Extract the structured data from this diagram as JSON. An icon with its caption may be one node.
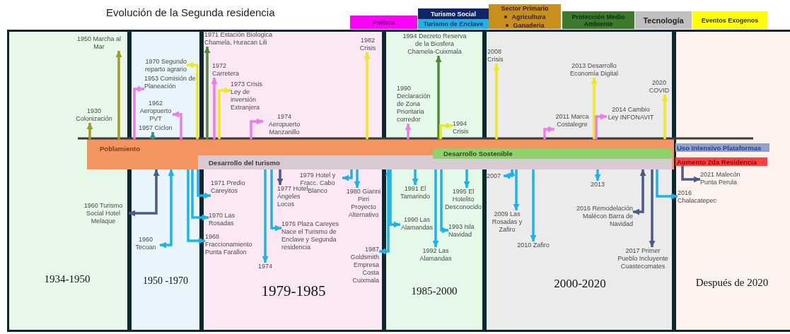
{
  "diagram": {
    "title": "Evolución de la Segunda residencia",
    "nodes": [
      {
        "text": [
          "1934-1950"
        ]
      },
      {
        "text": [
          "1950 -1970"
        ]
      },
      {
        "text": [
          "1979-1985"
        ]
      },
      {
        "text": [
          "1985-2000"
        ]
      },
      {
        "text": [
          "2000-2020"
        ]
      },
      {
        "text": [
          "Después de 2020"
        ]
      },
      {
        "text": [
          "Poblamiento"
        ]
      },
      {
        "text": [
          "Desarrollo del turismo"
        ],
        "in": 6
      },
      {
        "text": [
          "Desarrollo Sostenible"
        ],
        "in": 6
      },
      {
        "text": [
          "Uso Intensivo Plataformas"
        ],
        "in": 5
      },
      {
        "text": [
          "Aumento 2da Residencia"
        ],
        "in": 5
      },
      {
        "text": [
          "1930 Colonización"
        ],
        "in": 0
      },
      {
        "text": [
          "1950 Marcha al Mar"
        ],
        "in": 0
      },
      {
        "text": [
          "1953 Comisión de Planeación"
        ],
        "in": 1
      },
      {
        "text": [
          "1962 Aeropuerto PVT"
        ],
        "in": 1
      },
      {
        "text": [
          "1957 Ciclon"
        ],
        "in": 1
      },
      {
        "text": [
          "1970 Segundo reparto agrario"
        ],
        "in": 1
      },
      {
        "text": [
          "1971 Estación Biologica Chamela, Huracan Lili"
        ],
        "in": 2
      },
      {
        "text": [
          "1972 Carretera"
        ],
        "in": 2
      },
      {
        "text": [
          "1973 Crisis Ley de inversión Extranjera"
        ],
        "in": 2
      },
      {
        "text": [
          "1974 Aeropuerto Manzanillo"
        ],
        "in": 2
      },
      {
        "text": [
          "1982 Crisis"
        ],
        "in": 2
      },
      {
        "text": [
          "1990 Declaración de Zona Prioritaria corredor"
        ],
        "in": 3
      },
      {
        "text": [
          "1994 Decreto Reserva de la Biosfera Chamela-Cuixmala"
        ],
        "in": 3
      },
      {
        "text": [
          "1994 Crisis"
        ],
        "in": 3
      },
      {
        "text": [
          "2008 Crisis"
        ],
        "in": 4
      },
      {
        "text": [
          "2011 Marca Costalegre"
        ],
        "in": 4
      },
      {
        "text": [
          "2013 Desarrollo Economía Digital"
        ],
        "in": 4
      },
      {
        "text": [
          "2014 Cambio Ley INFONAVIT"
        ],
        "in": 4
      },
      {
        "text": [
          "2020 COVID"
        ],
        "in": 4
      },
      {
        "text": [
          "1960 Turismo Social Hotel Melaque"
        ],
        "in": 0
      },
      {
        "text": [
          "1960 Tecuan"
        ],
        "in": 1
      },
      {
        "text": [
          "1968 Fraccionamiento Punta Farallon"
        ],
        "in": 2
      },
      {
        "text": [
          "1970 Las Rosadas"
        ],
        "in": 2
      },
      {
        "text": [
          "1971 Predio Careyitos"
        ],
        "in": 2
      },
      {
        "text": [
          "1974"
        ],
        "in": 2
      },
      {
        "text": [
          "1976 Plaza Careyes Nace el Turismo de Enclave y Segunda residencia"
        ],
        "in": 2
      },
      {
        "text": [
          "1977 Hotel Ángeles Locos"
        ],
        "in": 2
      },
      {
        "text": [
          "1979 Hotel y Fracc. Cabo Blanco"
        ],
        "in": 2
      },
      {
        "text": [
          "1980 Gianni Pirri Proyecto Alternativo"
        ],
        "in": 2
      },
      {
        "text": [
          "1987 Goldsmith Empresa Costa Cuixmala"
        ],
        "in": 2
      },
      {
        "text": [
          "1990 Las Alamandas"
        ],
        "in": 3
      },
      {
        "text": [
          "1991 El Tamarindo"
        ],
        "in": 3
      },
      {
        "text": [
          "1992 Las Alamandas"
        ],
        "in": 3
      },
      {
        "text": [
          "1993 Isla Navidad"
        ],
        "in": 3
      },
      {
        "text": [
          "1995 El Hotelito Desconocido"
        ],
        "in": 3
      },
      {
        "text": [
          "2007"
        ],
        "in": 4
      },
      {
        "text": [
          "2009 Las Rosadas y Zafiro"
        ],
        "in": 4
      },
      {
        "text": [
          "2010 Zafiro"
        ],
        "in": 4
      },
      {
        "text": [
          "2013"
        ],
        "in": 4
      },
      {
        "text": [
          "2016 Remodelación Malécon Barra de Navidad"
        ],
        "in": 4
      },
      {
        "text": [
          "2016 Chalacatepec"
        ],
        "in": 5
      },
      {
        "text": [
          "2017 Primer Pueblo Incluyente Cuastecomates"
        ],
        "in": 4
      },
      {
        "text": [
          "2021 Malecón Punta Perula"
        ],
        "in": 5
      }
    ],
    "edges": [
      {
        "from": 6,
        "to": 11,
        "arrow": "to",
        "color": "#a39a2b"
      },
      {
        "from": 6,
        "to": 12,
        "arrow": "to",
        "color": "#a39a2b"
      },
      {
        "from": 6,
        "to": 13,
        "arrow": "to",
        "color": "#f07ae8"
      },
      {
        "from": 6,
        "to": 14,
        "arrow": "to",
        "color": "#f07ae8"
      },
      {
        "from": 6,
        "to": 15,
        "arrow": "to",
        "color": "#3f8f80"
      },
      {
        "from": 6,
        "to": 16,
        "arrow": "to",
        "color": "#efe81c"
      },
      {
        "from": 6,
        "to": 17,
        "arrow": "to",
        "color": "#4f8a3c"
      },
      {
        "from": 6,
        "to": 18,
        "arrow": "to",
        "color": "#f07ae8"
      },
      {
        "from": 6,
        "to": 19,
        "arrow": "to",
        "color": "#efe81c"
      },
      {
        "from": 6,
        "to": 20,
        "arrow": "to",
        "color": "#f07ae8"
      },
      {
        "from": 6,
        "to": 21,
        "arrow": "to",
        "color": "#efe81c"
      },
      {
        "from": 6,
        "to": 22,
        "arrow": "to",
        "color": "#f07ae8"
      },
      {
        "from": 6,
        "to": 23,
        "arrow": "to",
        "color": "#4f8a3c"
      },
      {
        "from": 6,
        "to": 24,
        "arrow": "to",
        "color": "#efe81c"
      },
      {
        "from": 6,
        "to": 25,
        "arrow": "to",
        "color": "#efe81c"
      },
      {
        "from": 6,
        "to": 26,
        "arrow": "to",
        "color": "#f07ae8"
      },
      {
        "from": 6,
        "to": 27,
        "arrow": "to",
        "color": "#efe81c"
      },
      {
        "from": 6,
        "to": 28,
        "arrow": "to",
        "color": "#f07ae8"
      },
      {
        "from": 6,
        "to": 29,
        "arrow": "to",
        "color": "#efe81c"
      },
      {
        "from": 6,
        "to": 30,
        "arrow": "both",
        "color": "#4a5a8a"
      },
      {
        "from": 6,
        "to": 31,
        "arrow": "both"
      },
      {
        "from": 6,
        "to": 32,
        "arrow": "to"
      },
      {
        "from": 6,
        "to": 33,
        "arrow": "to"
      },
      {
        "from": 6,
        "to": 34,
        "arrow": "to"
      },
      {
        "from": 7,
        "to": 35,
        "arrow": "to"
      },
      {
        "from": 7,
        "to": 36,
        "arrow": "to"
      },
      {
        "from": 7,
        "to": 37,
        "arrow": "to",
        "color": "#4a5a8a"
      },
      {
        "from": 7,
        "to": 38,
        "arrow": "to"
      },
      {
        "from": 7,
        "to": 39,
        "arrow": "to"
      },
      {
        "from": 7,
        "to": 40,
        "arrow": "both"
      },
      {
        "from": 7,
        "to": 41,
        "arrow": "to"
      },
      {
        "from": 7,
        "to": 42,
        "arrow": "to"
      },
      {
        "from": 7,
        "to": 43,
        "arrow": "to"
      },
      {
        "from": 7,
        "to": 44,
        "arrow": "to"
      },
      {
        "from": 7,
        "to": 45,
        "arrow": "to"
      },
      {
        "from": 7,
        "to": 46,
        "arrow": "both"
      },
      {
        "from": 7,
        "to": 47,
        "arrow": "to"
      },
      {
        "from": 7,
        "to": 48,
        "arrow": "to"
      },
      {
        "from": 7,
        "to": 49,
        "arrow": "to"
      },
      {
        "from": 7,
        "to": 50,
        "arrow": "both",
        "color": "#4a5a8a"
      },
      {
        "from": 7,
        "to": 51,
        "arrow": "to"
      },
      {
        "from": 7,
        "to": 52,
        "arrow": "to",
        "color": "#4a5a8a"
      },
      {
        "from": 10,
        "to": 53,
        "arrow": "to",
        "color": "#4a5a8a"
      }
    ],
    "legend": [
      {
        "text": "Política",
        "color": "#ff00ff"
      },
      {
        "text": "Turismo Social",
        "color": "#10246a"
      },
      {
        "text": "Turismo de Enclave",
        "color": "#1cb4e8"
      },
      {
        "text": "Sector Primario",
        "color": "#c8901a"
      },
      {
        "text": "Agricultura",
        "color": "#c8901a"
      },
      {
        "text": "Ganaderia",
        "color": "#c8901a"
      },
      {
        "text": "Protección Medio Ambiente",
        "color": "#3d7a2e"
      },
      {
        "text": "Tecnología",
        "color": "#c0c0c0"
      },
      {
        "text": "Eventos Exogenos",
        "color": "#ffff00"
      }
    ]
  }
}
